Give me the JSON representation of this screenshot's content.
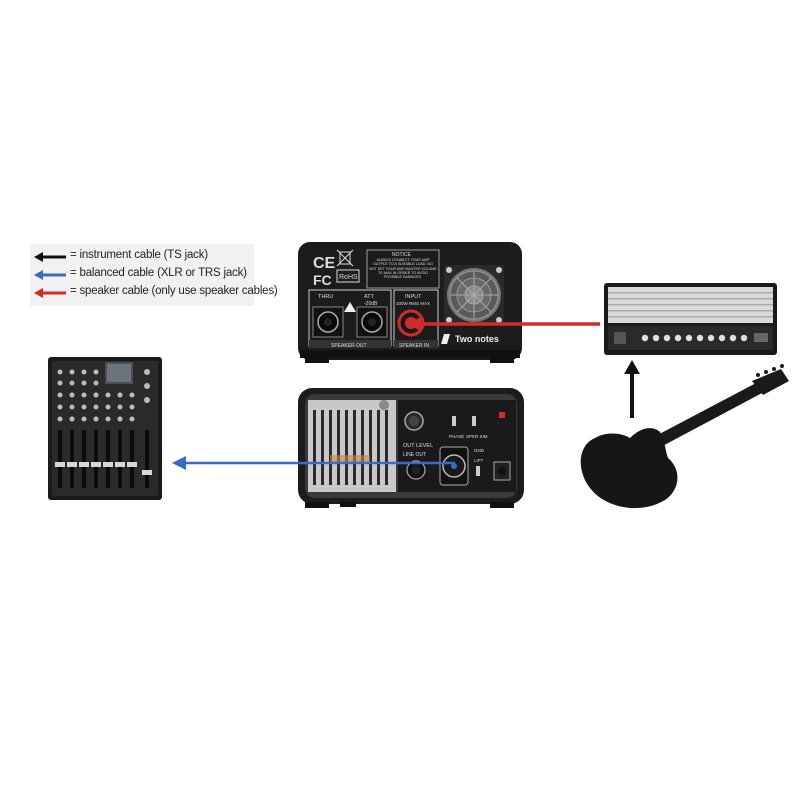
{
  "legend": {
    "items": [
      {
        "text": "= instrument cable (TS jack)",
        "color": "#111111"
      },
      {
        "text": "= balanced cable (XLR or TRS jack)",
        "color": "#3a6bc4"
      },
      {
        "text": "= speaker cable (only use speaker cables)",
        "color": "#d42a2a"
      }
    ]
  },
  "rear_panel": {
    "notice_title": "NOTICE",
    "notice_text": "ALWAYS CONNECT YOUR AMP OUTPUT TO A SUITABLE LOAD. DO NOT SET YOUR AMP MASTER VOLUME TO MAX IN ORDER TO AVOID POSSIBLE DAMAGES.",
    "thru_label": "THRU",
    "att_label": "ATT",
    "att_value": "-20dB",
    "input_label": "INPUT",
    "input_rating": "100W RMS MAX",
    "speaker_out_label": "SPEAKER OUT",
    "speaker_in_label": "SPEAKER IN",
    "brand": "Two notes",
    "ce_mark": "CE",
    "fcc_mark": "FC",
    "rohs_mark": "RoHS"
  },
  "front_panel": {
    "out_level_label": "OUT LEVEL",
    "phase_label": "PHASE",
    "spkr_sim_label": "SPKR SIM",
    "line_out_label": "LINE OUT",
    "gnd_label": "GND",
    "lift_label": "LIFT"
  },
  "colors": {
    "instrument": "#111111",
    "balanced": "#3a6bc4",
    "speaker": "#d42a2a",
    "device_body": "#1c1c1c",
    "legend_bg": "#f1f1f1"
  },
  "icons": [
    "mixer-icon",
    "amp-head-icon",
    "electric-guitar-icon",
    "fan-icon"
  ]
}
